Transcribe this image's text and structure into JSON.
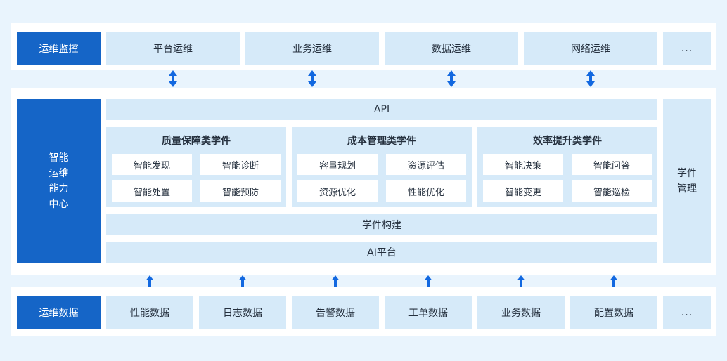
{
  "colors": {
    "page_bg": "#e9f4fd",
    "panel_bg": "#ffffff",
    "primary_blue": "#1565c7",
    "light_box_blue": "#d6eaf9",
    "arrow_blue": "#1268e0",
    "text_dark": "#25303e"
  },
  "top_row": {
    "label": "运维监控",
    "items": [
      "平台运维",
      "业务运维",
      "数据运维",
      "网络运维"
    ],
    "more": "..."
  },
  "middle": {
    "label_lines": [
      "智能",
      "运维",
      "能力",
      "中心"
    ],
    "api_bar": "API",
    "groups": [
      {
        "title": "质量保障类学件",
        "items": [
          "智能发现",
          "智能诊断",
          "智能处置",
          "智能预防"
        ]
      },
      {
        "title": "成本管理类学件",
        "items": [
          "容量规划",
          "资源评估",
          "资源优化",
          "性能优化"
        ]
      },
      {
        "title": "效率提升类学件",
        "items": [
          "智能决策",
          "智能问答",
          "智能变更",
          "智能巡检"
        ]
      }
    ],
    "build_bar": "学件构建",
    "ai_bar": "AI平台",
    "side_label_lines": [
      "学件",
      "管理"
    ]
  },
  "bottom_row": {
    "label": "运维数据",
    "items": [
      "性能数据",
      "日志数据",
      "告警数据",
      "工单数据",
      "业务数据",
      "配置数据"
    ],
    "more": "..."
  },
  "icons": {
    "double_arrow": "vertical-double-arrow",
    "up_arrow": "up-arrow"
  }
}
